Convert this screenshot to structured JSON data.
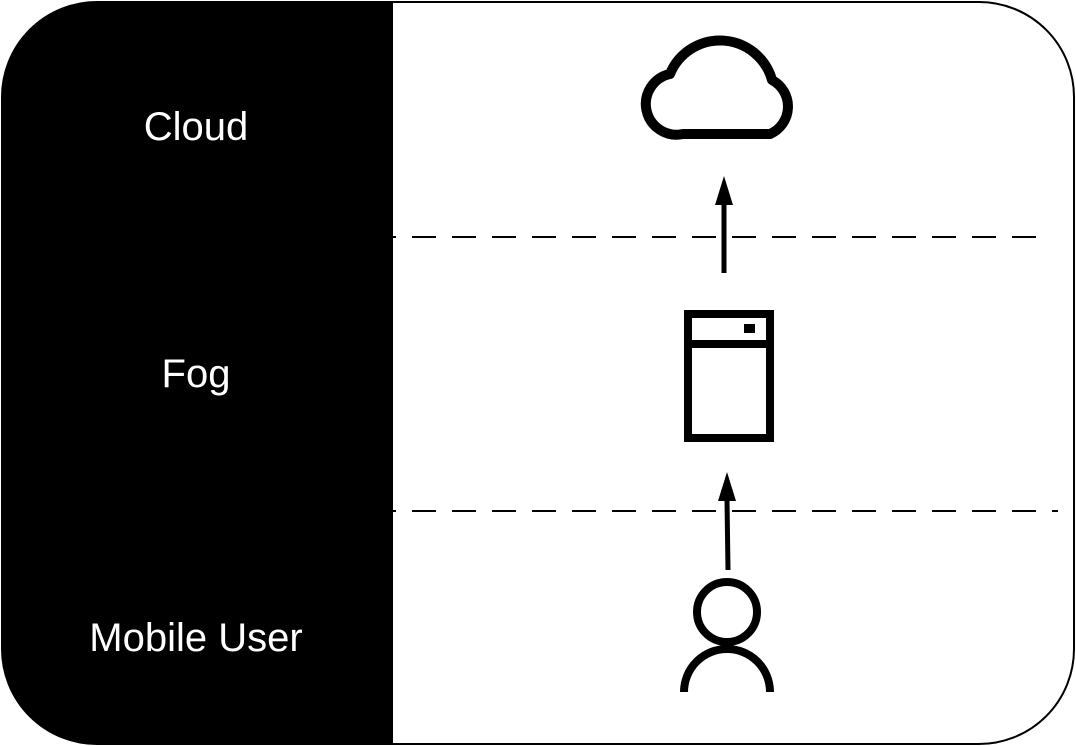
{
  "layers": {
    "cloud": {
      "label": "Cloud",
      "icon": "cloud-icon"
    },
    "fog": {
      "label": "Fog",
      "icon": "server-icon"
    },
    "mobile_user": {
      "label": "Mobile User",
      "icon": "user-icon"
    }
  },
  "colors": {
    "sidebar": "#000000",
    "background": "#ffffff",
    "stroke": "#000000",
    "label_text": "#ffffff"
  }
}
